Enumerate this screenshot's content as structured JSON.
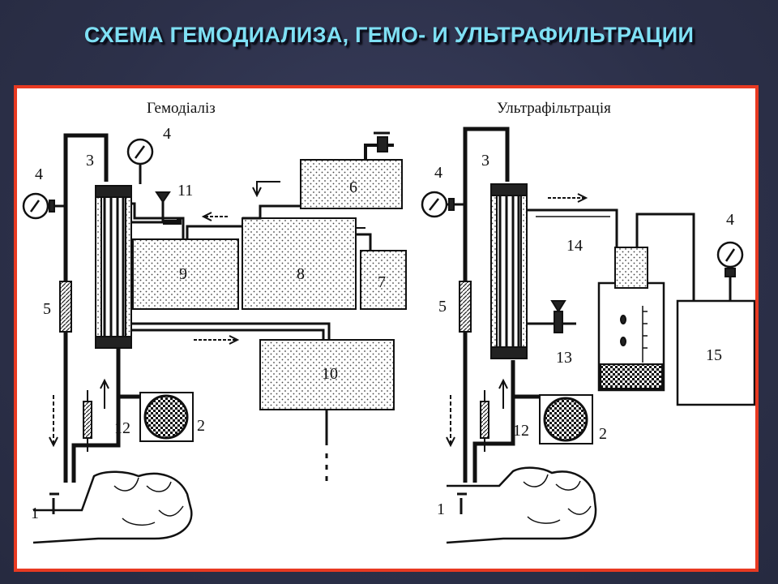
{
  "slide": {
    "title": "СХЕМА ГЕМОДИАЛИЗА, ГЕМО- И УЛЬТРАФИЛЬТРАЦИИ"
  },
  "left_panel": {
    "heading": "Гемодіаліз",
    "labels": {
      "n1": "1",
      "n2": "2",
      "n3": "3",
      "n4a": "4",
      "n4b": "4",
      "n5": "5",
      "n6": "6",
      "n7": "7",
      "n8": "8",
      "n9": "9",
      "n10": "10",
      "n11": "11",
      "n12": "12"
    }
  },
  "right_panel": {
    "heading": "Ультрафільтрація",
    "labels": {
      "n1": "1",
      "n2": "2",
      "n3": "3",
      "n4a": "4",
      "n4b": "4",
      "n5": "5",
      "n12": "12",
      "n13": "13",
      "n14": "14",
      "n15": "15"
    }
  },
  "colors": {
    "frame": "#e83a22",
    "title": "#7fe0f4",
    "background": "#2c3049",
    "ink": "#111111"
  }
}
